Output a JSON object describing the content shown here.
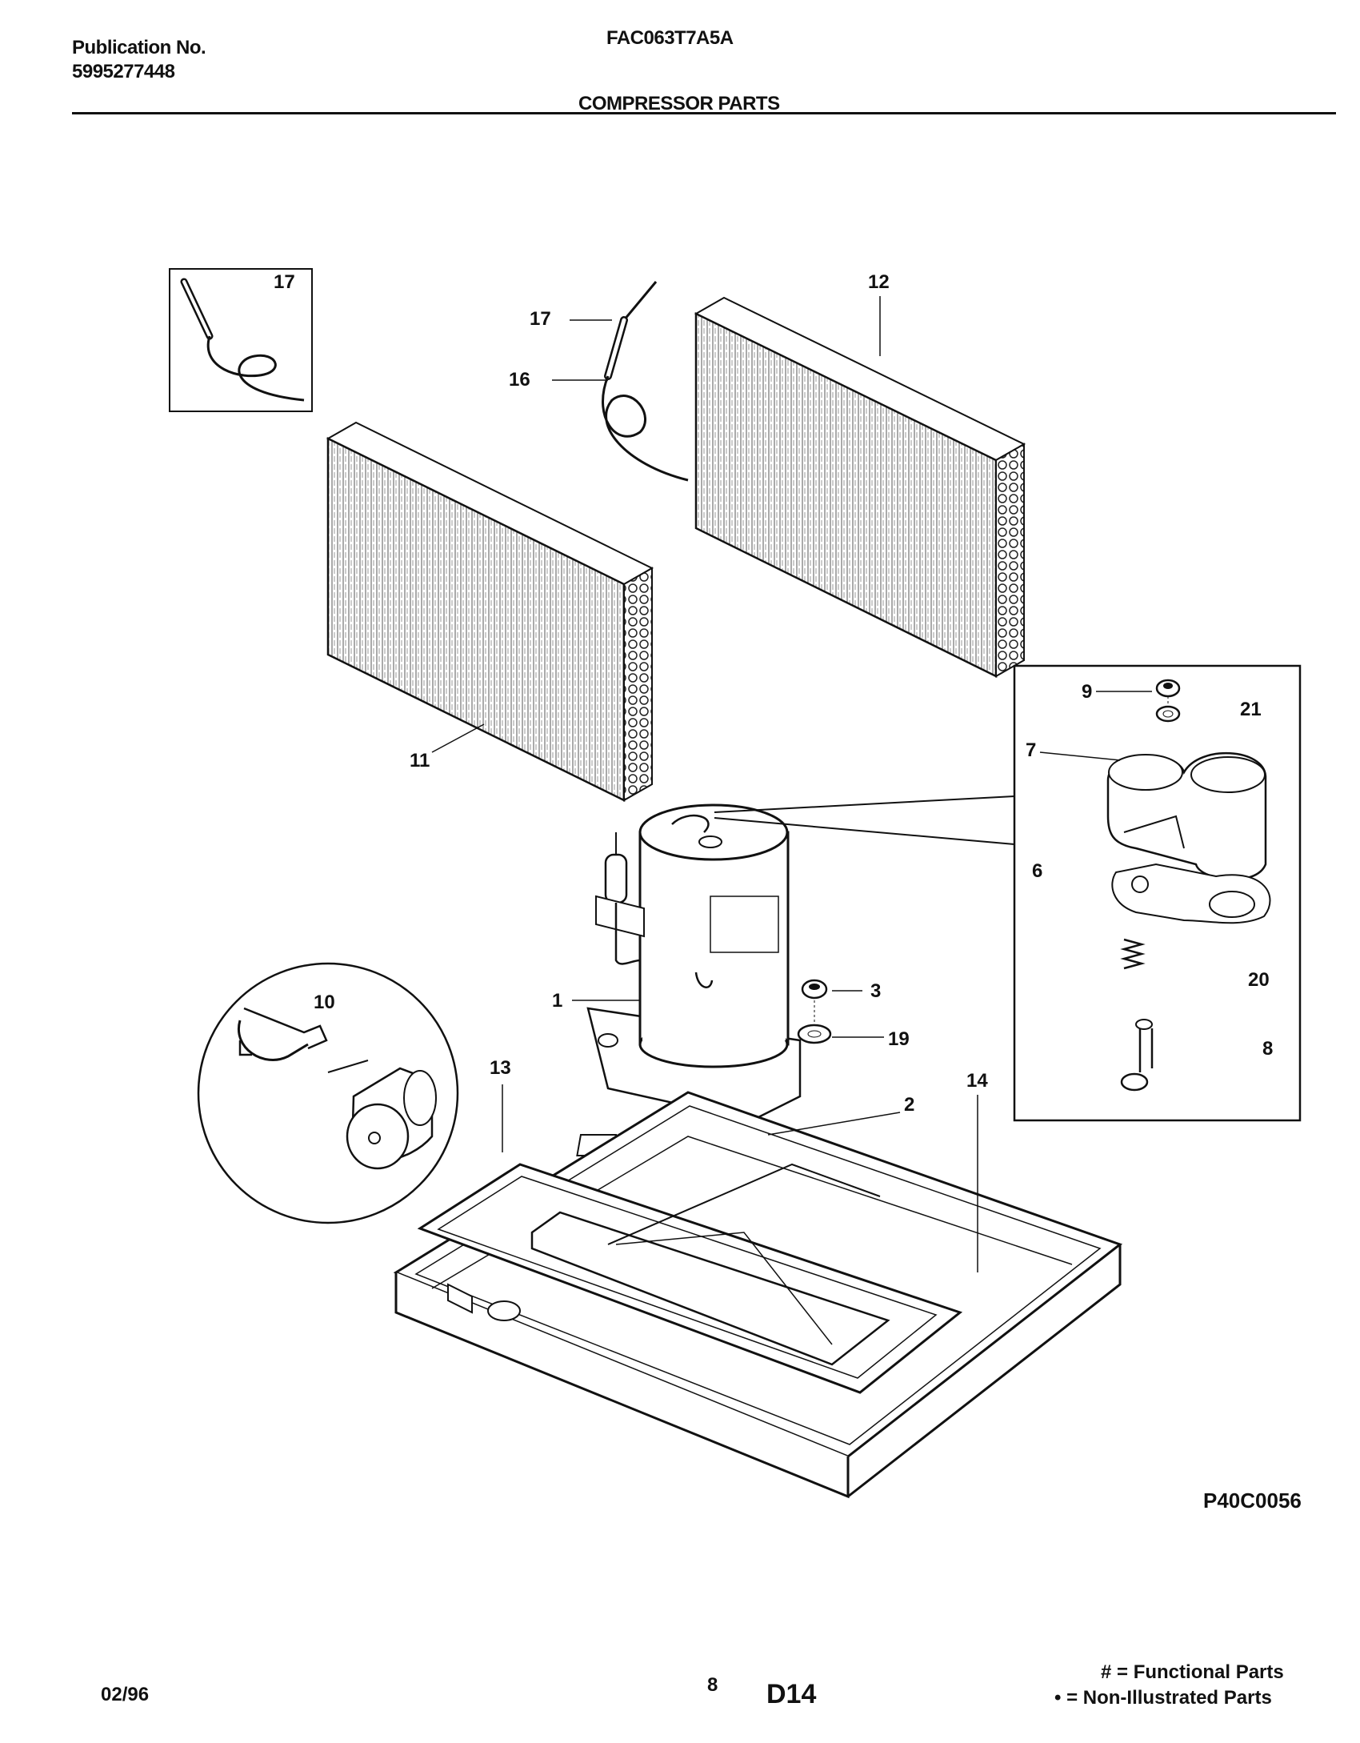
{
  "header": {
    "publication_label": "Publication No.",
    "publication_number": "5995277448",
    "model": "FAC063T7A5A",
    "section_title": "COMPRESSOR PARTS"
  },
  "diagram": {
    "drawing_id": "P40C0056",
    "callouts": {
      "c1": "1",
      "c2": "2",
      "c3": "3",
      "c6": "6",
      "c7": "7",
      "c8": "8",
      "c9": "9",
      "c10": "10",
      "c11": "11",
      "c12": "12",
      "c13": "13",
      "c14": "14",
      "c16": "16",
      "c17a": "17",
      "c17b": "17",
      "c19": "19",
      "c20": "20",
      "c21": "21"
    }
  },
  "footer": {
    "date": "02/96",
    "page_number": "8",
    "page_code": "D14",
    "legend_functional": "# = Functional Parts",
    "legend_non_illustrated": "• = Non-Illustrated Parts"
  }
}
